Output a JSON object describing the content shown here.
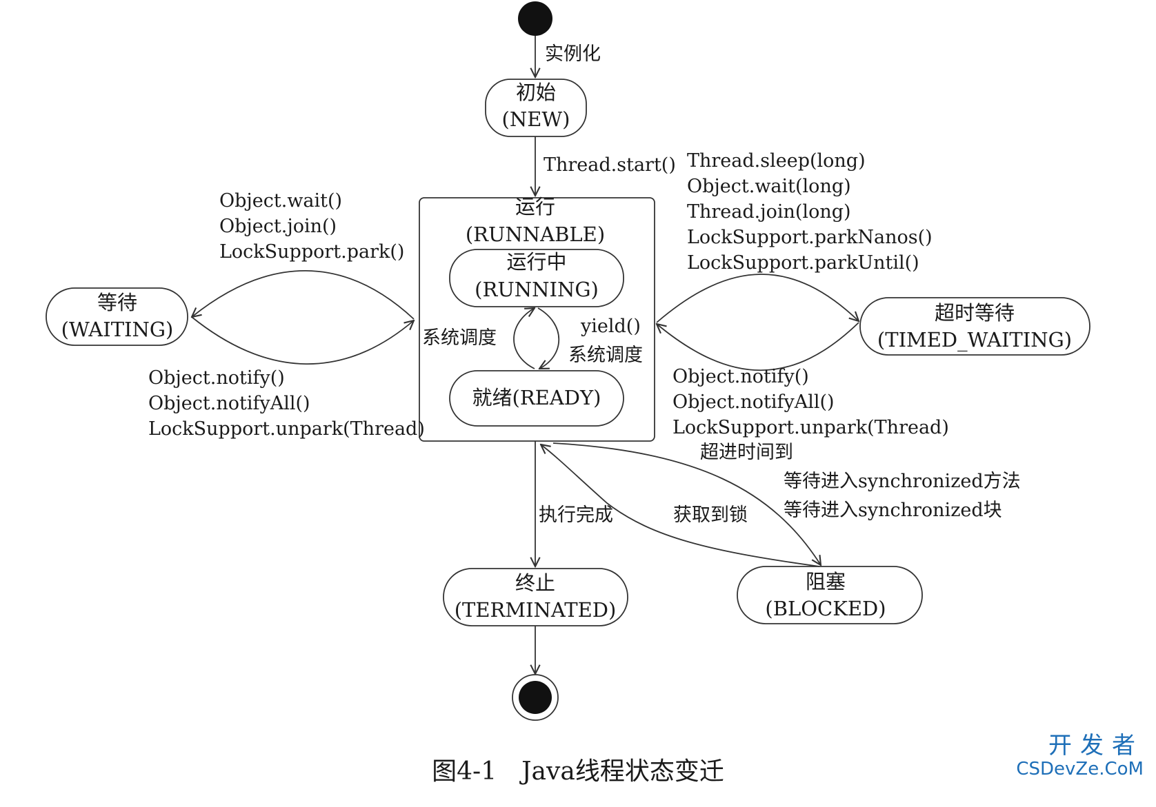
{
  "states": {
    "new": {
      "line1": "初始",
      "line2": "(NEW)"
    },
    "runnable": {
      "line1": "运行",
      "line2": "(RUNNABLE)"
    },
    "running": {
      "line1": "运行中",
      "line2": "(RUNNING)"
    },
    "ready": {
      "line1": "就绪(READY)"
    },
    "waiting": {
      "line1": "等待",
      "line2": "(WAITING)"
    },
    "timed_waiting": {
      "line1": "超时等待",
      "line2": "(TIMED_WAITING)"
    },
    "terminated": {
      "line1": "终止",
      "line2": "(TERMINATED)"
    },
    "blocked": {
      "line1": "阻塞",
      "line2": "(BLOCKED)"
    }
  },
  "transitions": {
    "instantiate": "实例化",
    "start": "Thread.start()",
    "to_waiting": [
      "Object.wait()",
      "Object.join()",
      "LockSupport.park()"
    ],
    "from_waiting": [
      "Object.notify()",
      "Object.notifyAll()",
      "LockSupport.unpark(Thread)"
    ],
    "to_timed_waiting": [
      "Thread.sleep(long)",
      "Object.wait(long)",
      "Thread.join(long)",
      "LockSupport.parkNanos()",
      "LockSupport.parkUntil()"
    ],
    "from_timed_waiting": [
      "Object.notify()",
      "Object.notifyAll()",
      "LockSupport.unpark(Thread)",
      "超进时间到"
    ],
    "schedule_left": "系统调度",
    "yield": "yield()",
    "schedule_right": "系统调度",
    "to_blocked": [
      "等待进入synchronized方法",
      "等待进入synchronized块"
    ],
    "acquire_lock": "获取到锁",
    "complete": "执行完成"
  },
  "caption": "图4-1　Java线程状态变迁",
  "watermark": {
    "top": "开发者",
    "bottom": "CSDevZe.CoM"
  }
}
